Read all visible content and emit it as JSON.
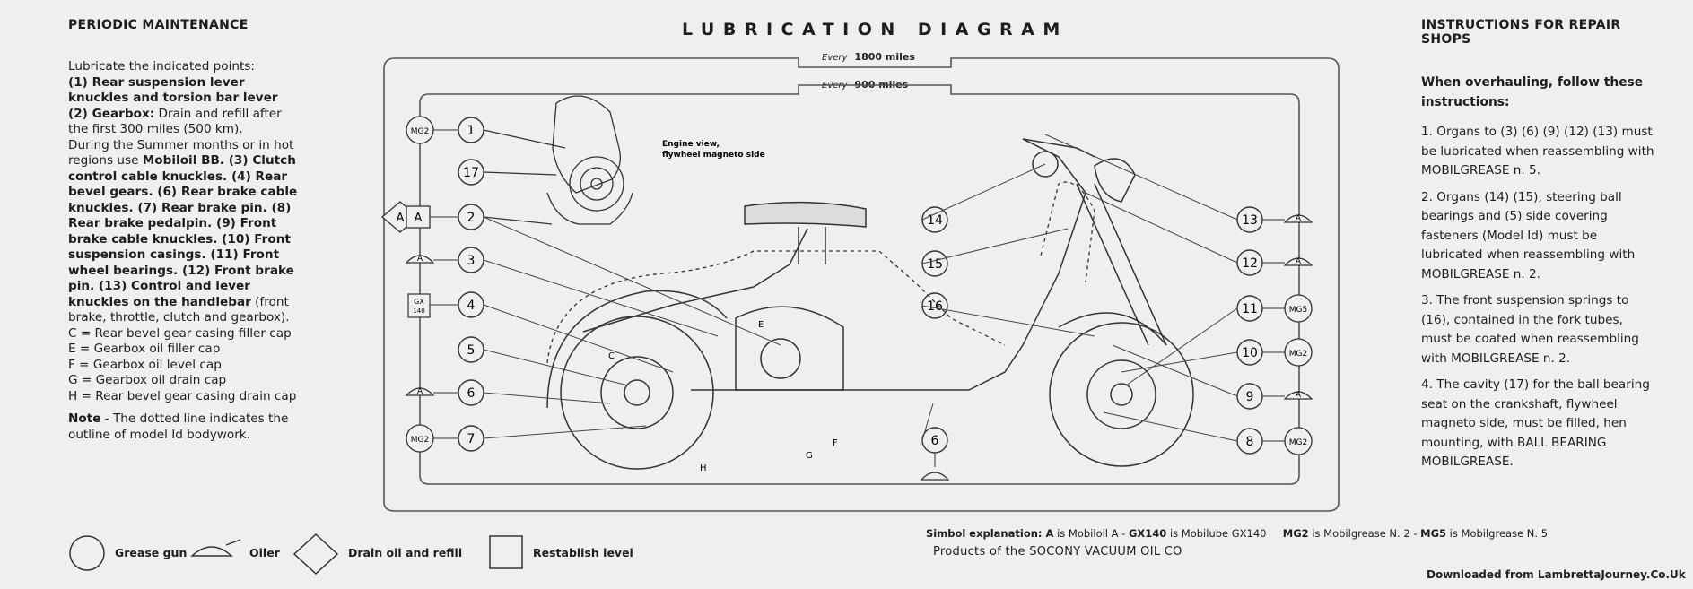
{
  "left": {
    "heading": "PERIODIC MAINTENANCE",
    "intro": "Lubricate the indicated points:",
    "p1_bold": "(1) Rear suspension lever knuckles and torsion bar lever (2) Gearbox:",
    "p1_normal": " Drain and refill after the first 300 miles (500 km).",
    "p2_normal": "During the Summer months or in hot regions use ",
    "p2_bold": "Mobiloil BB. (3) Clutch control cable knuckles. (4) Rear bevel gears. (6) Rear brake cable knuckles. (7) Rear brake pin. (8) Rear brake pedalpin. (9) Front brake cable knuckles. (10) Front suspension casings. (11) Front wheel bearings. (12) Front brake pin. (13) Control and lever knuckles on the handlebar",
    "p2_tail": " (front brake, throttle, clutch and gearbox).",
    "legend": [
      "C = Rear bevel gear casing filler cap",
      "E = Gearbox oil filler cap",
      "F = Gearbox oil level cap",
      "G = Gearbox oil drain cap",
      "H = Rear bevel gear casing drain cap"
    ],
    "note_bold": "Note",
    "note_text": " - The dotted line indicates the outline of model Id bodywork."
  },
  "right": {
    "heading": "INSTRUCTIONS FOR REPAIR SHOPS",
    "intro": "When overhauling, follow these instructions:",
    "items": [
      "1. Organs to (3) (6) (9) (12) (13) must be lubricated when reassembling with MOBILGREASE n. 5.",
      "2. Organs (14) (15), steering ball bearings and (5) side covering fasteners (Model Id) must be lubricated when reassembling with MOBILGREASE n. 2.",
      "3. The front suspension springs to (16), contained in the fork tubes, must be coated when reassembling with MOBILGREASE n. 2.",
      "4. The cavity (17) for the ball bearing seat on the crankshaft, flywheel magneto side, must be filled, hen mounting, with BALL BEARING MOBILGREASE."
    ]
  },
  "title": "LUBRICATION DIAGRAM",
  "every": [
    {
      "label": "Every",
      "value": "1800 miles"
    },
    {
      "label": "Every",
      "value": "900 miles"
    }
  ],
  "diagram": {
    "engine_caption_1": "Engine view,",
    "engine_caption_2": "flywheel magneto side",
    "left_points": [
      "1",
      "17",
      "2",
      "3",
      "4",
      "5",
      "6",
      "7"
    ],
    "right_points": [
      "13",
      "12",
      "11",
      "10",
      "9",
      "8"
    ],
    "mid_points": [
      "14",
      "15",
      "16",
      "6"
    ],
    "part_letters": [
      "C",
      "E",
      "F",
      "G",
      "H"
    ],
    "left_symbols": {
      "mg2_top": "MG2",
      "diamond": "A",
      "square": "A",
      "gx": [
        "GX",
        "140"
      ],
      "mg2_bottom": "MG2",
      "oiler_letter": "A"
    },
    "right_symbols": {
      "oiler_letter": "A",
      "mg5": "MG5",
      "mg2_mid": "MG2",
      "mg2_bottom": "MG2"
    }
  },
  "bottom_legend": [
    {
      "icon": "circle",
      "label": "Grease gun"
    },
    {
      "icon": "oiler",
      "label": "Oiler"
    },
    {
      "icon": "diamond",
      "label": "Drain oil and refill"
    },
    {
      "icon": "square",
      "label": "Restablish level"
    }
  ],
  "simbol": {
    "lead": "Simbol explanation: ",
    "a_bold": "A",
    "a_text": " is Mobiloil A - ",
    "gx_bold": "GX140",
    "gx_text": " is Mobilube GX140     ",
    "mg2_bold": "MG2",
    "mg2_text": " is Mobilgrease N. 2 - ",
    "mg5_bold": "MG5",
    "mg5_text": " is Mobilgrease N. 5"
  },
  "products": "Products of the SOCONY VACUUM OIL CO",
  "download": "Downloaded from LambrettaJourney.Co.Uk",
  "colors": {
    "paper": "#efefed",
    "ink": "#1d1d1d",
    "line": "#555555"
  }
}
